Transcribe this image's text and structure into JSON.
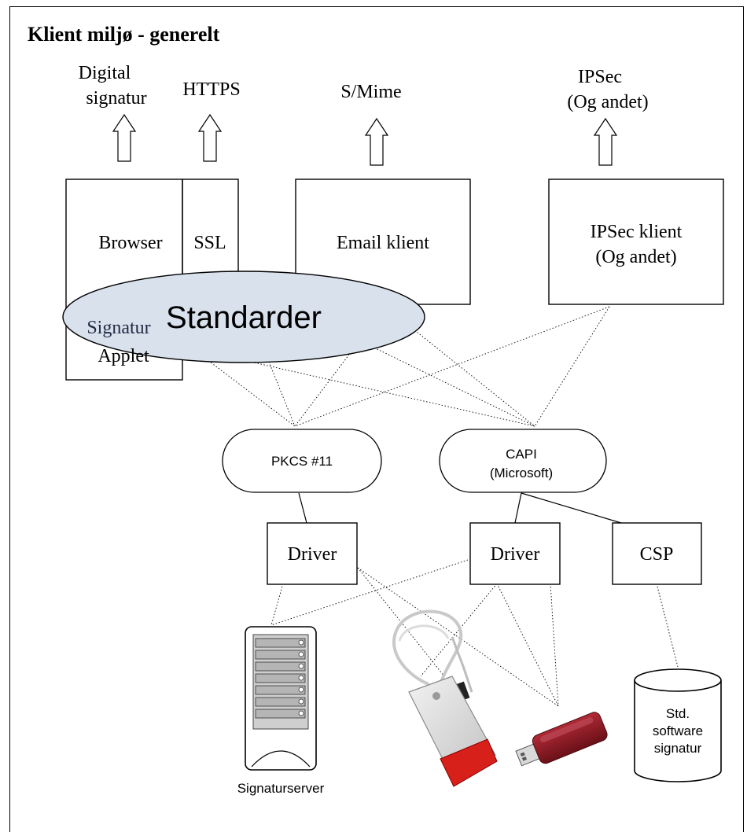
{
  "title": "Klient miljø - generelt",
  "protocols": {
    "digital_signatur_line1": "Digital",
    "digital_signatur_line2": "signatur",
    "https": "HTTPS",
    "smime": "S/Mime",
    "ipsec_line1": "IPSec",
    "ipsec_line2": "(Og andet)"
  },
  "clients": {
    "browser": "Browser",
    "ssl": "SSL",
    "email_klient": "Email klient",
    "ipsec_klient_line1": "IPSec klient",
    "ipsec_klient_line2": "(Og andet)",
    "signatur_applet_line1": "Signatur",
    "signatur_applet_line2": "Applet"
  },
  "standards_label": "Standarder",
  "interfaces": {
    "pkcs11": "PKCS #11",
    "capi_line1": "CAPI",
    "capi_line2": "(Microsoft)"
  },
  "drivers": {
    "driver_left": "Driver",
    "driver_right": "Driver",
    "csp": "CSP"
  },
  "devices": {
    "signaturserver": "Signaturserver",
    "std_software_line1": "Std.",
    "std_software_line2": "software",
    "std_software_line3": "signatur"
  },
  "colors": {
    "ellipse_fill": "#d9e1ec",
    "line": "#000000",
    "reader_red": "#d8201a",
    "token_red": "#8e1a24"
  }
}
